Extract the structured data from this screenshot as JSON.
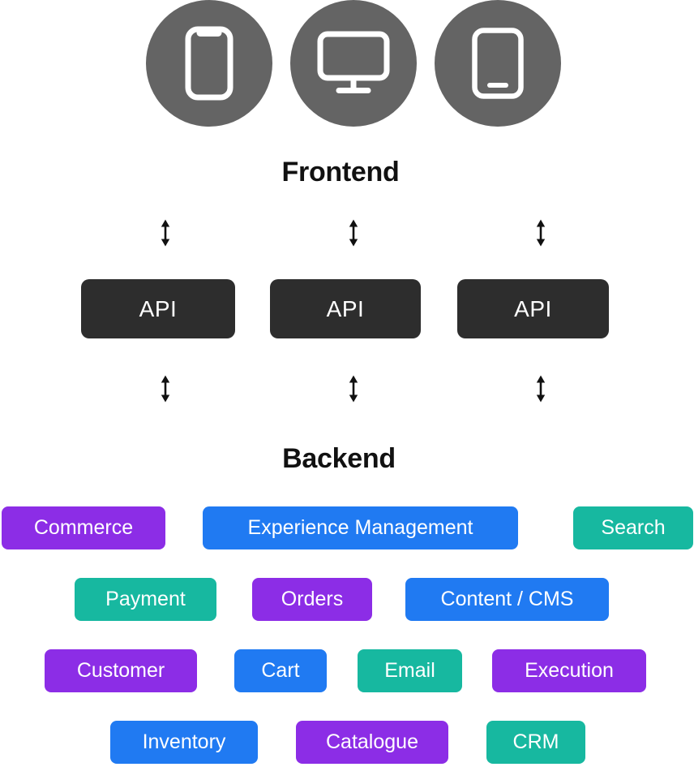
{
  "frontend_label": "Frontend",
  "backend_label": "Backend",
  "devices": [
    {
      "icon": "smartphone-icon"
    },
    {
      "icon": "desktop-monitor-icon"
    },
    {
      "icon": "tablet-icon"
    }
  ],
  "api_boxes": [
    {
      "label": "API"
    },
    {
      "label": "API"
    },
    {
      "label": "API"
    }
  ],
  "arrow_icon": "vertical-double-arrow-icon",
  "services": [
    [
      {
        "label": "Commerce",
        "color": "purple"
      },
      {
        "label": "Experience Management",
        "color": "blue"
      },
      {
        "label": "Search",
        "color": "teal"
      }
    ],
    [
      {
        "label": "Payment",
        "color": "teal"
      },
      {
        "label": "Orders",
        "color": "purple"
      },
      {
        "label": "Content / CMS",
        "color": "blue"
      }
    ],
    [
      {
        "label": "Customer",
        "color": "purple"
      },
      {
        "label": "Cart",
        "color": "blue"
      },
      {
        "label": "Email",
        "color": "teal"
      },
      {
        "label": "Execution",
        "color": "purple"
      }
    ],
    [
      {
        "label": "Inventory",
        "color": "blue"
      },
      {
        "label": "Catalogue",
        "color": "purple"
      },
      {
        "label": "CRM",
        "color": "teal"
      }
    ]
  ],
  "colors": {
    "purple": "#8C2DE6",
    "blue": "#207AF2",
    "teal": "#17B8A0",
    "api_box": "#2D2D2D",
    "device_circle": "#646464",
    "text_dark": "#111111",
    "chip_text": "#FFFFFF",
    "background": "#FFFFFF"
  }
}
